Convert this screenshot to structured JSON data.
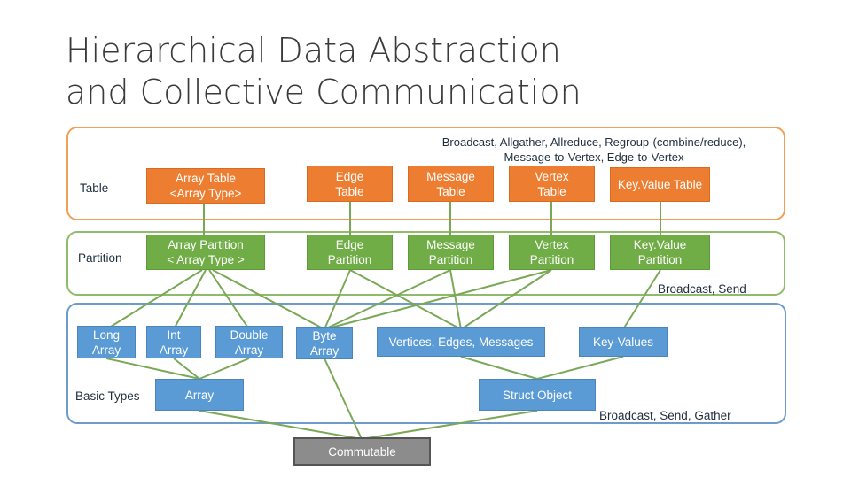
{
  "title": {
    "line1": "Hierarchical Data Abstraction",
    "line2": "and Collective Communication"
  },
  "colors": {
    "table_layer": "#ed7d31",
    "partition_layer": "#70ad47",
    "basic_layer": "#5b9bd5",
    "commutable": "#8c8c8c"
  },
  "layers": {
    "table": {
      "label": "Table",
      "nodes": {
        "array_table": "Array Table\n<Array Type>",
        "edge_table": "Edge\nTable",
        "message_table": "Message\nTable",
        "vertex_table": "Vertex\nTable",
        "keyvalue_table": "Key.Value Table"
      },
      "comm": "Broadcast, Allgather, Allreduce, Regroup-(combine/reduce),\nMessage-to-Vertex, Edge-to-Vertex"
    },
    "partition": {
      "label": "Partition",
      "nodes": {
        "array_partition": "Array Partition\n< Array Type >",
        "edge_partition": "Edge\nPartition",
        "message_partition": "Message\nPartition",
        "vertex_partition": "Vertex\nPartition",
        "keyvalue_partition": "Key.Value\nPartition"
      },
      "comm": "Broadcast, Send"
    },
    "basic": {
      "label": "Basic Types",
      "nodes": {
        "long_array": "Long\nArray",
        "int_array": "Int\nArray",
        "double_array": "Double\nArray",
        "byte_array": "Byte\nArray",
        "vertices_edges_messages": "Vertices, Edges, Messages",
        "key_values": "Key-Values",
        "array": "Array",
        "struct_object": "Struct Object"
      },
      "comm": "Broadcast, Send, Gather"
    },
    "commutable": "Commutable"
  }
}
